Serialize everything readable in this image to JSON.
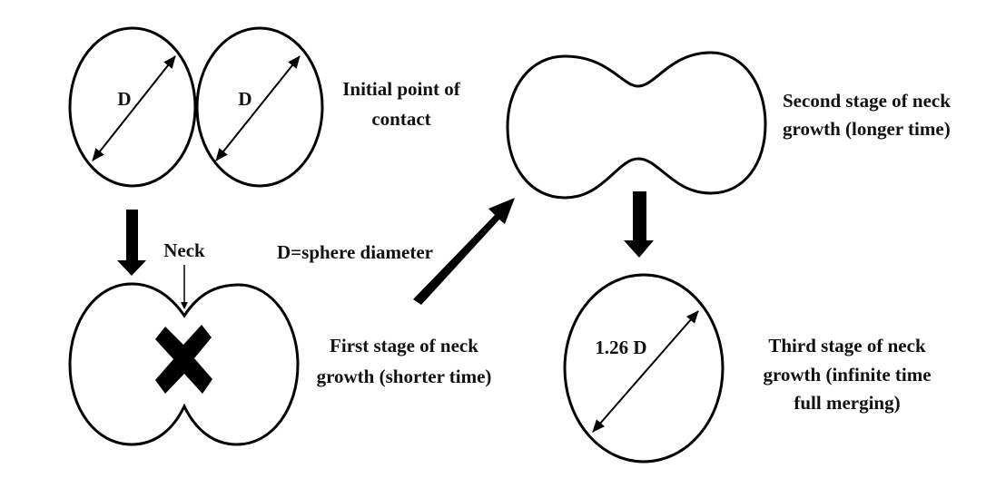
{
  "labels": {
    "d1": "D",
    "d2": "D",
    "initial": [
      "Initial point of",
      "contact"
    ],
    "neck": "Neck",
    "definition": "D=sphere diameter",
    "first": [
      "First stage of neck",
      "growth (shorter time)"
    ],
    "second": [
      "Second stage of neck",
      "growth (longer time)"
    ],
    "final_diameter": "1.26 D",
    "third": [
      "Third stage of neck",
      "growth (infinite time",
      "full merging)"
    ]
  },
  "colors": {
    "stroke": "#000000",
    "background": "#ffffff"
  }
}
